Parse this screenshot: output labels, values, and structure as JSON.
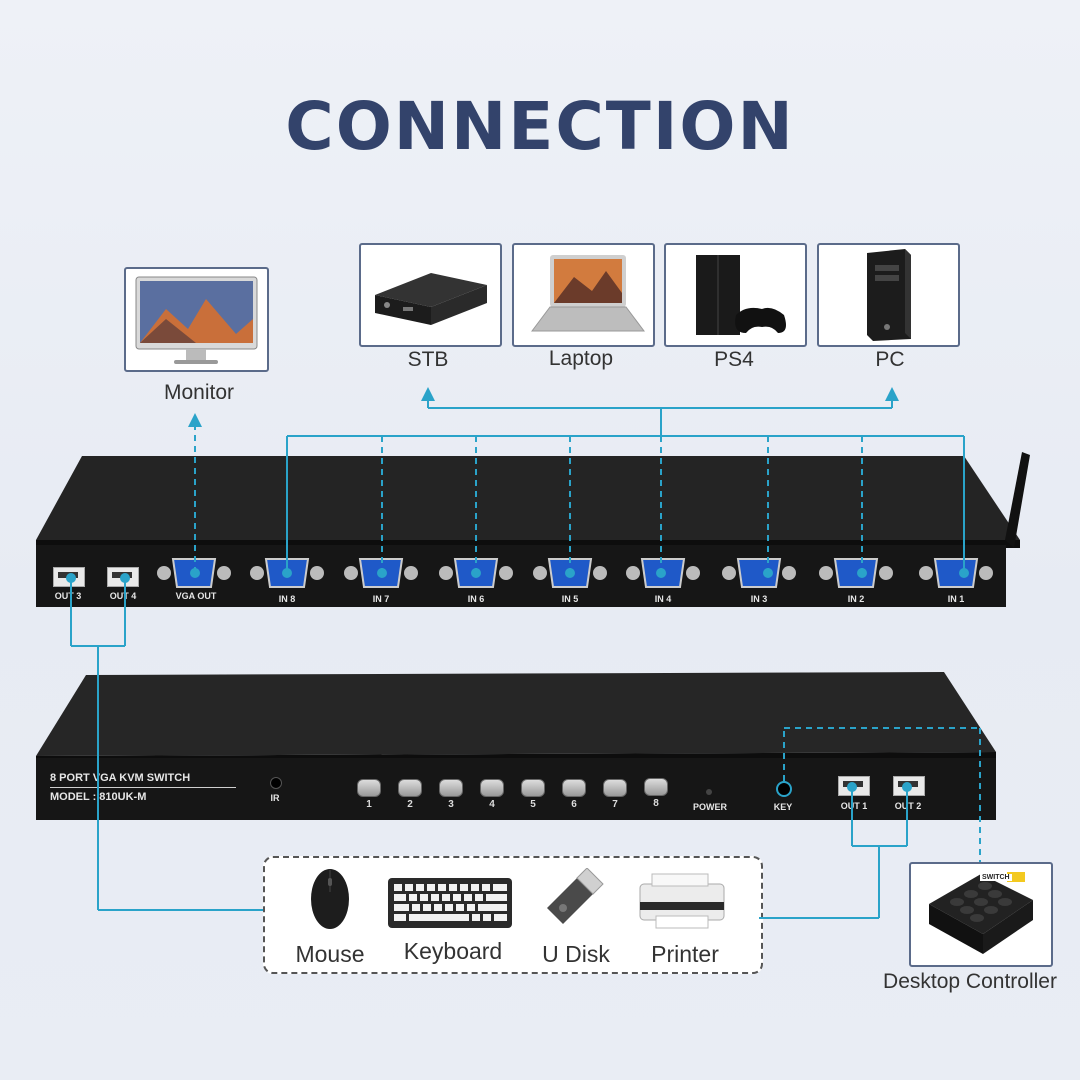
{
  "title": "CONNECTION",
  "sources": [
    {
      "label": "STB",
      "icon": "set-top-box-icon"
    },
    {
      "label": "Laptop",
      "icon": "laptop-icon"
    },
    {
      "label": "PS4",
      "icon": "game-console-icon"
    },
    {
      "label": "PC",
      "icon": "desktop-pc-icon"
    }
  ],
  "monitor": {
    "label": "Monitor",
    "icon": "monitor-icon"
  },
  "rear_panel": {
    "usb_ports": [
      "OUT 3",
      "OUT 4"
    ],
    "vga_out": "VGA OUT",
    "inputs": [
      "IN 8",
      "IN 7",
      "IN 6",
      "IN 5",
      "IN 4",
      "IN 3",
      "IN 2",
      "IN 1"
    ]
  },
  "front_panel": {
    "name": "8 PORT VGA KVM SWITCH",
    "model": "MODEL : 810UK-M",
    "ir": "IR",
    "buttons": [
      "1",
      "2",
      "3",
      "4",
      "5",
      "6",
      "7",
      "8"
    ],
    "power": "POWER",
    "key": "KEY",
    "usb_ports": [
      "OUT 1",
      "OUT 2"
    ]
  },
  "peripherals": [
    {
      "label": "Mouse",
      "icon": "mouse-icon"
    },
    {
      "label": "Keyboard",
      "icon": "keyboard-icon"
    },
    {
      "label": "U Disk",
      "icon": "usb-drive-icon"
    },
    {
      "label": "Printer",
      "icon": "printer-icon"
    }
  ],
  "controller": {
    "label": "Desktop Controller",
    "badge": "SWITCH",
    "icon": "desktop-controller-icon"
  },
  "colors": {
    "title": "#33436b",
    "line": "#2aa3c9",
    "panel": "#161616"
  }
}
